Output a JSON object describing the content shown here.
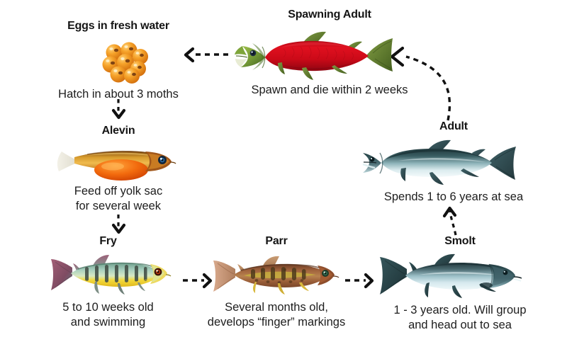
{
  "diagram": {
    "title_semantic": "salmon-life-cycle",
    "background_color": "#ffffff",
    "text_color": "#1d1d1d"
  },
  "stages": [
    {
      "id": "eggs",
      "title": "Eggs in fresh water",
      "caption": "Hatch in about 3 moths",
      "icon": "salmon-eggs-cluster-icon",
      "colors": {
        "primary": "#f08a1e",
        "secondary": "#fbc05a",
        "detail": "#6b3410"
      }
    },
    {
      "id": "spawning-adult",
      "title": "Spawning Adult",
      "caption": "Spawn and die within 2 weeks",
      "icon": "spawning-sockeye-salmon-icon",
      "colors": {
        "primary": "#cc0a18",
        "secondary": "#7d9a3c",
        "detail": "#5d7a2e"
      }
    },
    {
      "id": "alevin",
      "title": "Alevin",
      "caption": "Feed off yolk sac\nfor several week",
      "icon": "alevin-with-yolk-sac-icon",
      "colors": {
        "primary": "#c8801c",
        "secondary": "#f05a12",
        "detail": "#f2f0ea"
      }
    },
    {
      "id": "adult",
      "title": "Adult",
      "caption": "Spends 1 to 6 years at sea",
      "icon": "adult-ocean-salmon-icon",
      "colors": {
        "primary": "#2e4f52",
        "secondary": "#bcd6da",
        "detail": "#eef6f7"
      }
    },
    {
      "id": "fry",
      "title": "Fry",
      "caption": "5 to 10 weeks old\nand swimming",
      "icon": "salmon-fry-icon",
      "colors": {
        "primary": "#8cc0a8",
        "secondary": "#f2d23c",
        "detail": "#9b5f74"
      }
    },
    {
      "id": "parr",
      "title": "Parr",
      "caption": "Several months old,\ndevelops “finger” markings",
      "icon": "salmon-parr-icon",
      "colors": {
        "primary": "#94563a",
        "secondary": "#c8b23c",
        "detail": "#5c3a22"
      }
    },
    {
      "id": "smolt",
      "title": "Smolt",
      "caption": "1 - 3 years old. Will group\nand head out to sea",
      "icon": "salmon-smolt-icon",
      "colors": {
        "primary": "#2c4347",
        "secondary": "#c3d7de",
        "detail": "#eaf3f6"
      }
    }
  ],
  "arrows": [
    {
      "id": "spawning-to-eggs",
      "name": "arrow-spawning-adult-to-eggs",
      "direction": "left",
      "style": "dashed-straight"
    },
    {
      "id": "eggs-to-alevin",
      "name": "arrow-eggs-to-alevin",
      "direction": "down",
      "style": "dashed-straight"
    },
    {
      "id": "alevin-to-fry",
      "name": "arrow-alevin-to-fry",
      "direction": "down",
      "style": "dashed-straight"
    },
    {
      "id": "fry-to-parr",
      "name": "arrow-fry-to-parr",
      "direction": "right",
      "style": "dashed-straight"
    },
    {
      "id": "parr-to-smolt",
      "name": "arrow-parr-to-smolt",
      "direction": "right",
      "style": "dashed-straight"
    },
    {
      "id": "smolt-to-adult",
      "name": "arrow-smolt-to-adult",
      "direction": "up",
      "style": "dashed-curved"
    },
    {
      "id": "adult-to-spawning",
      "name": "arrow-adult-to-spawning-adult",
      "direction": "up-left",
      "style": "dashed-curved"
    }
  ]
}
